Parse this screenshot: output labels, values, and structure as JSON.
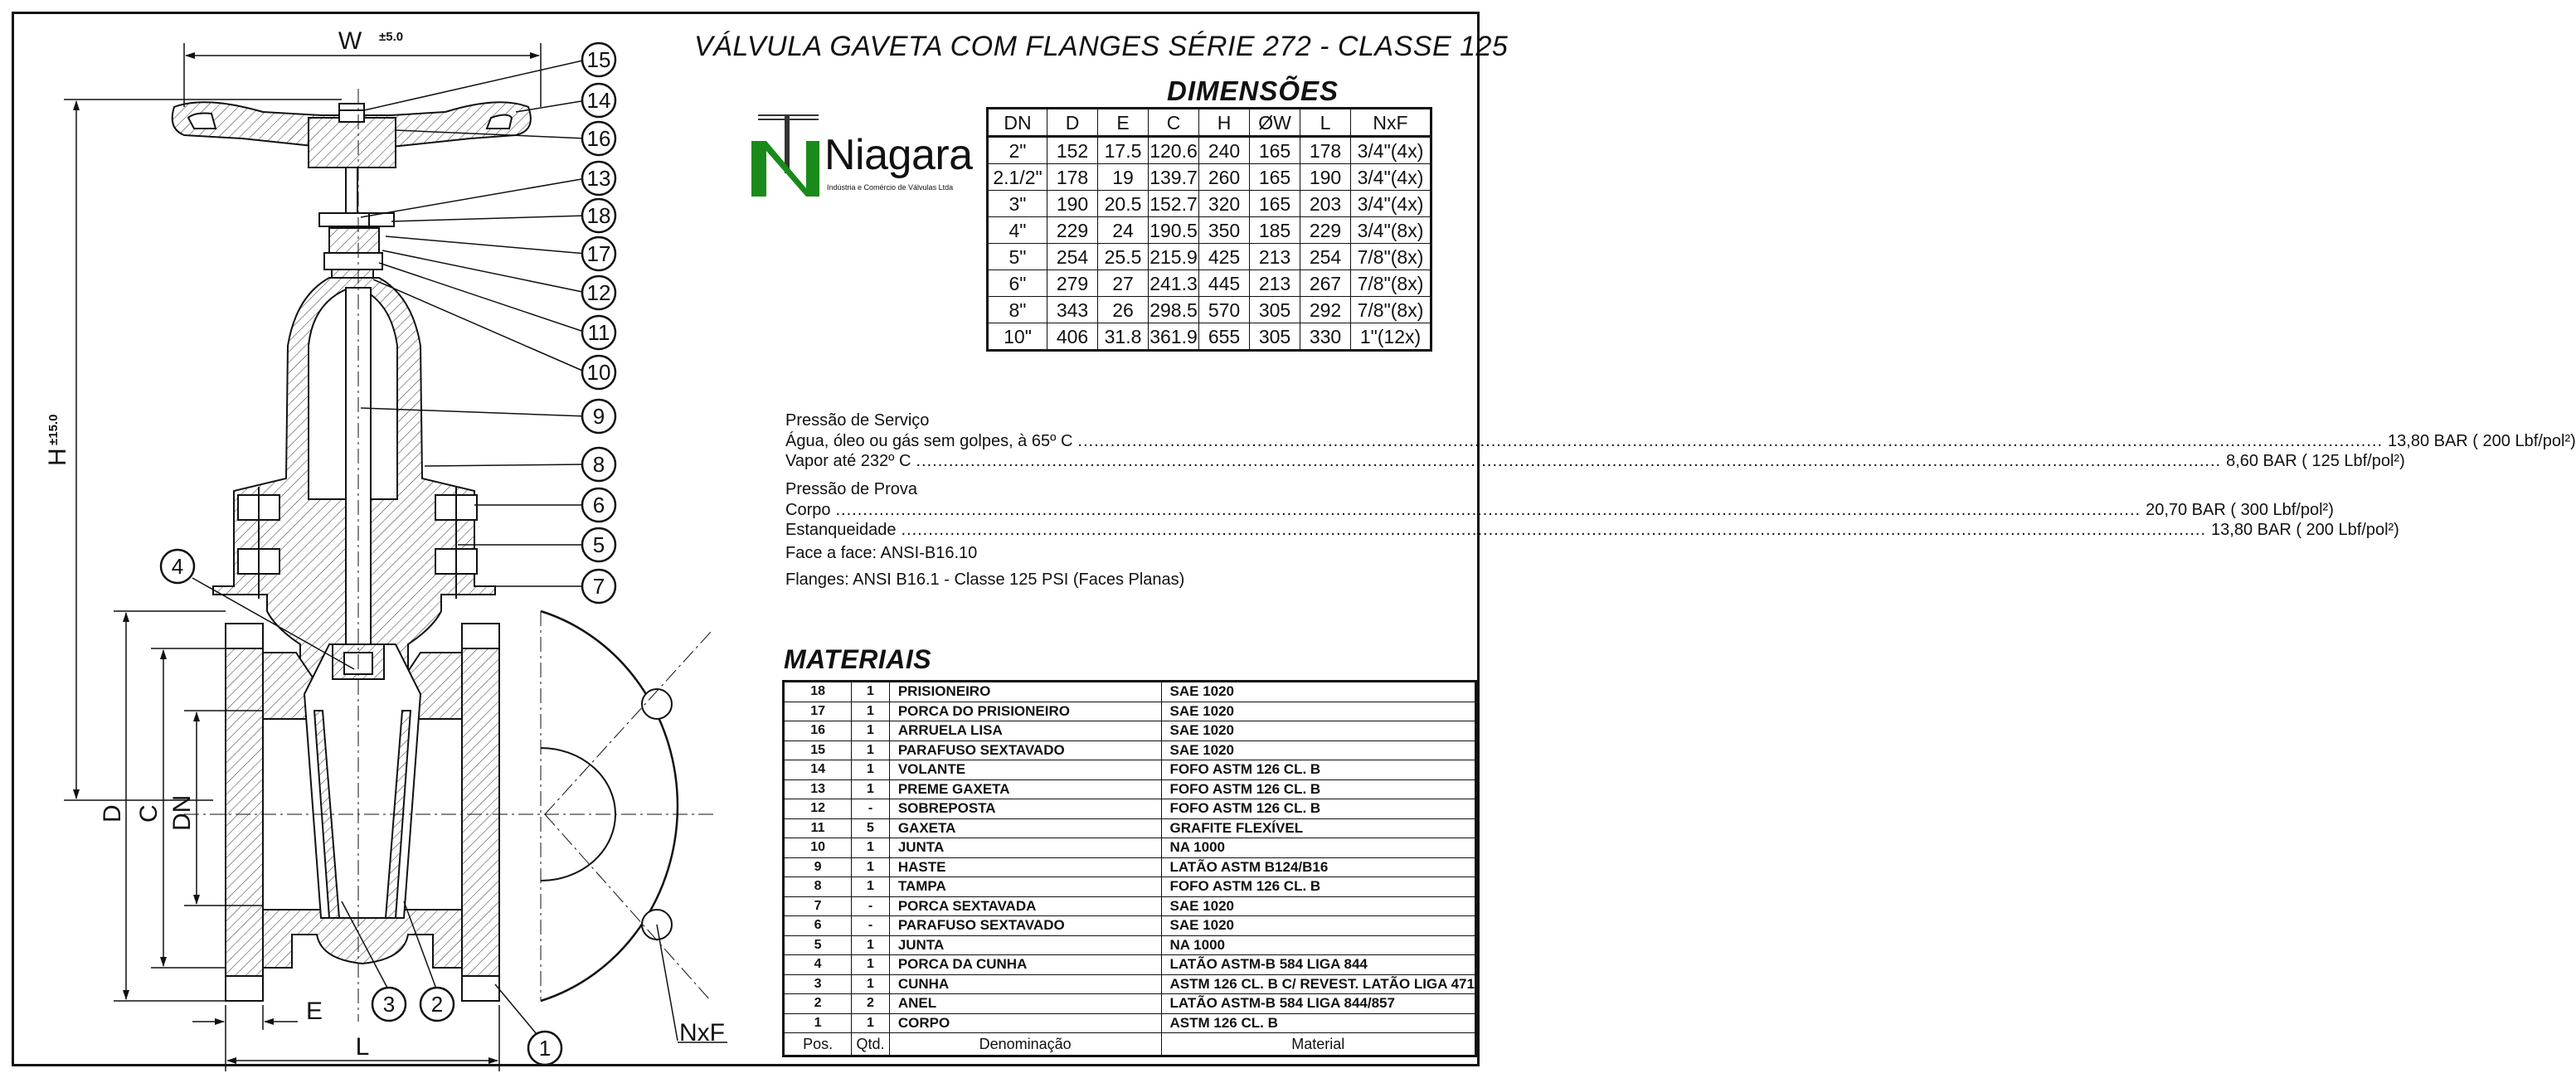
{
  "title": "VÁLVULA GAVETA COM FLANGES SÉRIE 272 - CLASSE 125",
  "dimensions_heading": "DIMENSÕES",
  "logo": {
    "name": "Niagara",
    "subtitle": "Indústria e Comércio de Válvulas Ltda",
    "color": "#1a8a1a"
  },
  "dimensions": {
    "headers": [
      "DN",
      "D",
      "E",
      "C",
      "H",
      "ØW",
      "L",
      "NxF"
    ],
    "rows": [
      [
        "2\"",
        "152",
        "17.5",
        "120.6",
        "240",
        "165",
        "178",
        "3/4\"(4x)"
      ],
      [
        "2.1/2\"",
        "178",
        "19",
        "139.7",
        "260",
        "165",
        "190",
        "3/4\"(4x)"
      ],
      [
        "3\"",
        "190",
        "20.5",
        "152.7",
        "320",
        "165",
        "203",
        "3/4\"(4x)"
      ],
      [
        "4\"",
        "229",
        "24",
        "190.5",
        "350",
        "185",
        "229",
        "3/4\"(8x)"
      ],
      [
        "5\"",
        "254",
        "25.5",
        "215.9",
        "425",
        "213",
        "254",
        "7/8\"(8x)"
      ],
      [
        "6\"",
        "279",
        "27",
        "241.3",
        "445",
        "213",
        "267",
        "7/8\"(8x)"
      ],
      [
        "8\"",
        "343",
        "26",
        "298.5",
        "570",
        "305",
        "292",
        "7/8\"(8x)"
      ],
      [
        "10\"",
        "406",
        "31.8",
        "361.9",
        "655",
        "305",
        "330",
        "1\"(12x)"
      ]
    ]
  },
  "specs": {
    "service_heading": "Pressão de Serviço",
    "service": [
      {
        "label": "Água, óleo ou gás sem golpes, à 65º C",
        "value": "13,80 BAR ( 200 Lbf/pol²)"
      },
      {
        "label": "Vapor até 232º C",
        "value": "8,60 BAR ( 125 Lbf/pol²)"
      }
    ],
    "test_heading": "Pressão de Prova",
    "test": [
      {
        "label": "Corpo",
        "value": "20,70 BAR ( 300 Lbf/pol²)"
      },
      {
        "label": "Estanqueidade",
        "value": "13,80 BAR ( 200 Lbf/pol²)"
      }
    ],
    "face": "Face a face: ANSI-B16.10",
    "flanges": "Flanges: ANSI B16.1 - Classe 125 PSI (Faces Planas)"
  },
  "materials_heading": "MATERIAIS",
  "materials": {
    "rows": [
      [
        "18",
        "1",
        "PRISIONEIRO",
        "SAE 1020"
      ],
      [
        "17",
        "1",
        "PORCA DO PRISIONEIRO",
        "SAE 1020"
      ],
      [
        "16",
        "1",
        "ARRUELA LISA",
        "SAE 1020"
      ],
      [
        "15",
        "1",
        "PARAFUSO SEXTAVADO",
        "SAE 1020"
      ],
      [
        "14",
        "1",
        "VOLANTE",
        "FOFO ASTM 126 CL. B"
      ],
      [
        "13",
        "1",
        "PREME GAXETA",
        "FOFO ASTM 126 CL. B"
      ],
      [
        "12",
        "-",
        "SOBREPOSTA",
        "FOFO ASTM 126 CL. B"
      ],
      [
        "11",
        "5",
        "GAXETA",
        "GRAFITE FLEXÍVEL"
      ],
      [
        "10",
        "1",
        "JUNTA",
        "NA 1000"
      ],
      [
        "9",
        "1",
        "HASTE",
        "LATÃO ASTM B124/B16"
      ],
      [
        "8",
        "1",
        "TAMPA",
        "FOFO ASTM 126 CL. B"
      ],
      [
        "7",
        "-",
        "PORCA SEXTAVADA",
        "SAE 1020"
      ],
      [
        "6",
        "-",
        "PARAFUSO SEXTAVADO",
        "SAE 1020"
      ],
      [
        "5",
        "1",
        "JUNTA",
        "NA 1000"
      ],
      [
        "4",
        "1",
        "PORCA DA CUNHA",
        "LATÃO ASTM-B 584 LIGA 844"
      ],
      [
        "3",
        "1",
        "CUNHA",
        "ASTM 126 CL. B C/ REVEST. LATÃO LIGA 471"
      ],
      [
        "2",
        "2",
        "ANEL",
        "LATÃO ASTM-B 584 LIGA 844/857"
      ],
      [
        "1",
        "1",
        "CORPO",
        "ASTM 126 CL. B"
      ]
    ],
    "footer": [
      "Pos.",
      "Qtd.",
      "Denominação",
      "Material"
    ]
  },
  "drawing": {
    "dim_w": "W",
    "dim_w_tol": "±5.0",
    "dim_h": "H",
    "dim_h_tol": "±15.0",
    "dim_d": "D",
    "dim_c": "C",
    "dim_dn": "DN",
    "dim_e": "E",
    "dim_l": "L",
    "dim_nxf": "NxF",
    "callouts": [
      "15",
      "14",
      "16",
      "13",
      "18",
      "17",
      "12",
      "11",
      "10",
      "9",
      "8",
      "6",
      "5",
      "7",
      "4",
      "3",
      "2",
      "1"
    ]
  }
}
